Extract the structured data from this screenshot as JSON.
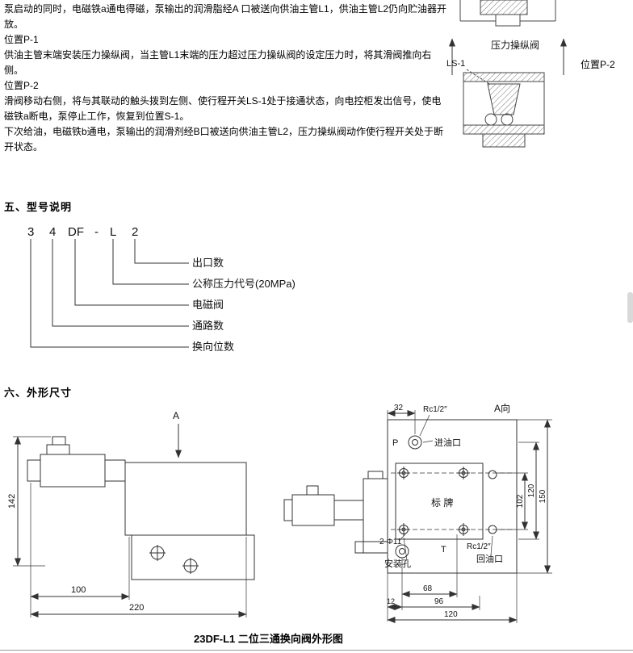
{
  "intro": {
    "paragraphs": [
      "泵启动的同时，电磁铁a通电得磁，泵输出的润滑脂经A 口被送向供油主管L1，供油主管L2仍向贮油器开放。",
      "位置P-1",
      "供油主管末端安装压力操纵阀，当主管L1末端的压力超过压力操纵阀的设定压力时，将其滑阀推向右侧。",
      "位置P-2",
      "滑阀移动右侧，将与其联动的触头拨到左侧、使行程开关LS-1处于接通状态，向电控柜发出信号，使电磁铁a断电，泵停止工作，恢复到位置S-1。",
      "下次给油，电磁铁b通电，泵输出的润滑剂经B口被送向供油主管L2，压力操纵阀动作使行程开关处于断开状态。"
    ]
  },
  "valve_diagram": {
    "valve_label": "压力操纵阀",
    "switch_label": "LS-1",
    "position_label": "位置P-2"
  },
  "model_section": {
    "heading": "五、型号说明",
    "code": [
      "3",
      "4",
      "DF",
      "-",
      "L",
      "2"
    ],
    "labels": [
      "出口数",
      "公称压力代号(20MPa)",
      "电磁阀",
      "通路数",
      "换向位数"
    ]
  },
  "dimensions_section": {
    "heading": "六、外形尺寸",
    "caption": "23DF-L1 二位三通换向阀外形图",
    "left_view": {
      "view_arrow": "A",
      "dim_height": "142",
      "dim_width1": "100",
      "dim_width2": "220"
    },
    "front_view": {
      "view_label": "A向",
      "dim_32": "32",
      "thread_top": "Rc1/2″",
      "port_p": "P",
      "inlet": "进油口",
      "plate": "标 牌",
      "dim_102": "102",
      "dim_120_right": "120",
      "dim_150": "150",
      "holes": "2-Φ11",
      "mount_holes": "安装孔",
      "port_t": "T",
      "thread_bottom": "Rc1/2″",
      "outlet": "回油口",
      "dim_68": "68",
      "dim_12": "12",
      "dim_96": "96",
      "dim_120_bottom": "120"
    }
  }
}
